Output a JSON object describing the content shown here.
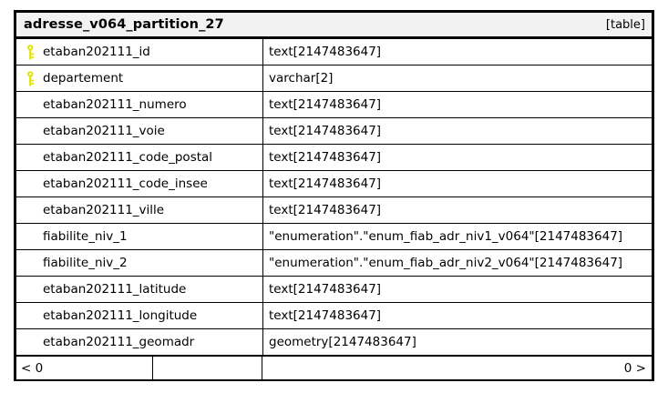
{
  "node": {
    "title": "adresse_v064_partition_27",
    "kind_label": "[table]",
    "title_bg": "#f2f2f2",
    "border_color": "#000000",
    "key_icon_color": "#e3e312"
  },
  "columns": [
    {
      "name": "etaban202111_id",
      "type": "text[2147483647]",
      "key": true,
      "key_icon": "key-icon"
    },
    {
      "name": "departement",
      "type": "varchar[2]",
      "key": true,
      "key_icon": "key-icon"
    },
    {
      "name": "etaban202111_numero",
      "type": "text[2147483647]",
      "key": false,
      "key_icon": ""
    },
    {
      "name": "etaban202111_voie",
      "type": "text[2147483647]",
      "key": false,
      "key_icon": ""
    },
    {
      "name": "etaban202111_code_postal",
      "type": "text[2147483647]",
      "key": false,
      "key_icon": ""
    },
    {
      "name": "etaban202111_code_insee",
      "type": "text[2147483647]",
      "key": false,
      "key_icon": ""
    },
    {
      "name": "etaban202111_ville",
      "type": "text[2147483647]",
      "key": false,
      "key_icon": ""
    },
    {
      "name": "fiabilite_niv_1",
      "type": "\"enumeration\".\"enum_fiab_adr_niv1_v064\"[2147483647]",
      "key": false,
      "key_icon": ""
    },
    {
      "name": "fiabilite_niv_2",
      "type": "\"enumeration\".\"enum_fiab_adr_niv2_v064\"[2147483647]",
      "key": false,
      "key_icon": ""
    },
    {
      "name": "etaban202111_latitude",
      "type": "text[2147483647]",
      "key": false,
      "key_icon": ""
    },
    {
      "name": "etaban202111_longitude",
      "type": "text[2147483647]",
      "key": false,
      "key_icon": ""
    },
    {
      "name": "etaban202111_geomadr",
      "type": "geometry[2147483647]",
      "key": false,
      "key_icon": ""
    }
  ],
  "footer": {
    "prev_label": "< 0",
    "next_label": "0 >"
  }
}
